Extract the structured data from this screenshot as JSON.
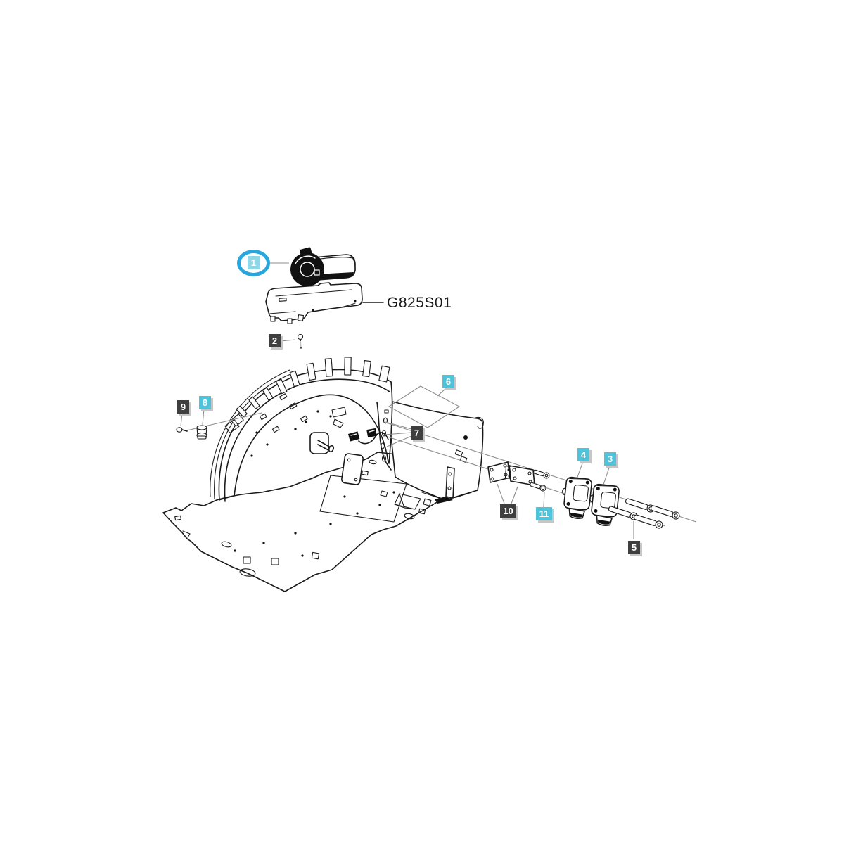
{
  "diagram": {
    "part_code": "G825S01"
  },
  "colors": {
    "background": "#ffffff",
    "line": "#1a1a1a",
    "leader_line": "#8c8c8c",
    "callout_cyan": "#4fc3d9",
    "callout_dark": "#3f3f3f",
    "callout_shadow": "#c6c6c6",
    "highlight_ring": "#28a7df",
    "highlighted_callout_fill": "#8fd6e6"
  },
  "callouts": [
    {
      "number": "1",
      "variant": "cyan",
      "highlighted": true
    },
    {
      "number": "2",
      "variant": "dark",
      "highlighted": false
    },
    {
      "number": "3",
      "variant": "cyan",
      "highlighted": false
    },
    {
      "number": "4",
      "variant": "cyan",
      "highlighted": false
    },
    {
      "number": "5",
      "variant": "dark",
      "highlighted": false
    },
    {
      "number": "6",
      "variant": "cyan",
      "highlighted": false
    },
    {
      "number": "7",
      "variant": "dark",
      "highlighted": false
    },
    {
      "number": "8",
      "variant": "cyan",
      "highlighted": false
    },
    {
      "number": "9",
      "variant": "dark",
      "highlighted": false
    },
    {
      "number": "10",
      "variant": "dark",
      "highlighted": false
    },
    {
      "number": "11",
      "variant": "cyan",
      "highlighted": false
    }
  ]
}
